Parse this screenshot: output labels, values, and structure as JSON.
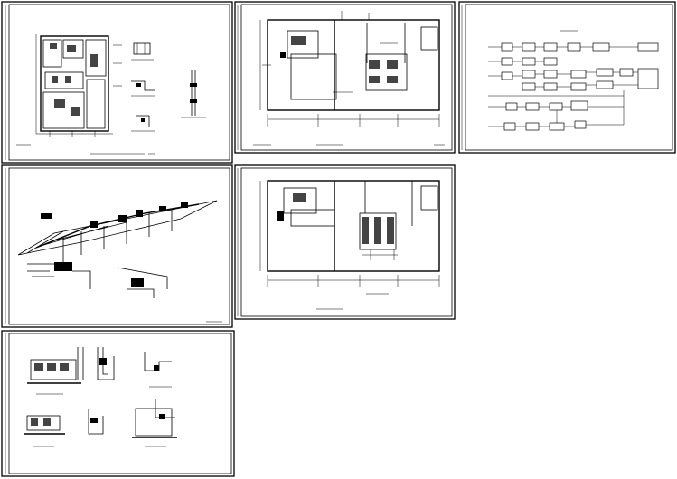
{
  "viewer": {
    "background": "#ffffff",
    "line_color": "#000000"
  },
  "sheets": [
    {
      "id": "sheet-1",
      "kind": "equipment-room-plan-and-details"
    },
    {
      "id": "sheet-2",
      "kind": "floor-plan-with-grid"
    },
    {
      "id": "sheet-3",
      "kind": "system-flow-block-diagram"
    },
    {
      "id": "sheet-4",
      "kind": "isometric-piping-diagram"
    },
    {
      "id": "sheet-5",
      "kind": "floor-plan-with-grid"
    },
    {
      "id": "sheet-6",
      "kind": "section-and-installation-details"
    }
  ]
}
